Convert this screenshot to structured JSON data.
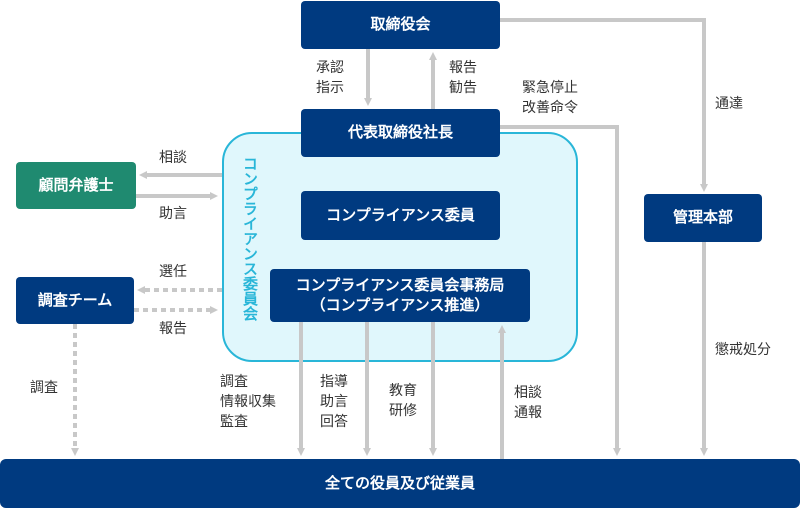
{
  "nodes": {
    "board": "取締役会",
    "president": "代表取締役社長",
    "compliance_officer": "コンプライアンス委員",
    "secretariat_line1": "コンプライアンス委員会事務局",
    "secretariat_line2": "（コンプライアンス推進）",
    "lawyer": "顧問弁護士",
    "investigation_team": "調査チーム",
    "admin_hq": "管理本部",
    "all_staff": "全ての役員及び従業員",
    "committee": "コンプライアンス委員会"
  },
  "labels": {
    "approve": [
      "承認",
      "指示"
    ],
    "report_up": [
      "報告",
      "勧告"
    ],
    "emergency": [
      "緊急停止",
      "改善命令"
    ],
    "notice": "通達",
    "consult": "相談",
    "advice": "助言",
    "appoint": "選任",
    "report_team": "報告",
    "investigate": "調査",
    "collect": [
      "調査",
      "情報収集",
      "監査"
    ],
    "guidance": [
      "指導",
      "助言",
      "回答"
    ],
    "education": [
      "教育",
      "研修"
    ],
    "whistle": [
      "相談",
      "通報"
    ],
    "discipline": "懲戒処分"
  },
  "colors": {
    "navy": "#003a80",
    "green": "#1f8a70",
    "cyan": "#29b6d8",
    "arrow": "#c8c8c8"
  }
}
